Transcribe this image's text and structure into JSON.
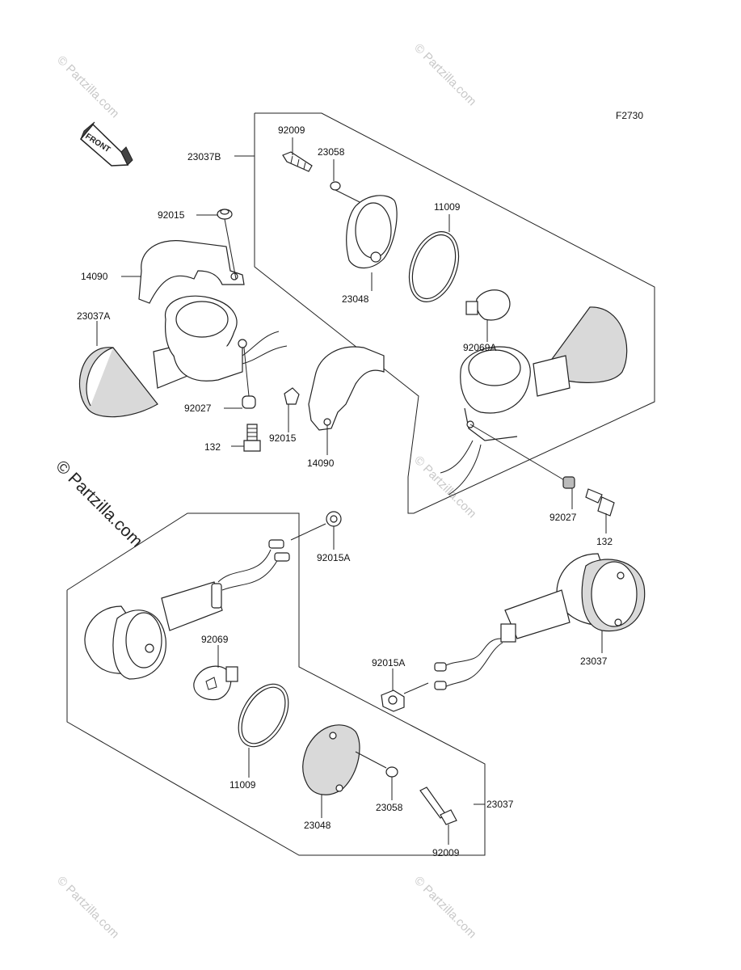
{
  "figure_code": "F2730",
  "front_label": "FRONT",
  "watermark_text": "© Partzilla.com",
  "labels": {
    "p23037B": "23037B",
    "p92009_top": "92009",
    "p23058_top": "23058",
    "p11009_top": "11009",
    "p92015_top": "92015",
    "p14090_left": "14090",
    "p23037A": "23037A",
    "p23048_top": "23048",
    "p92069A": "92069A",
    "p92027_left": "92027",
    "p92015_mid": "92015",
    "p132_left": "132",
    "p14090_mid": "14090",
    "p92027_right": "92027",
    "p132_right": "132",
    "p92015A_top": "92015A",
    "p92069": "92069",
    "p23037_right": "23037",
    "p92015A_bottom": "92015A",
    "p11009_bottom": "11009",
    "p23058_bottom": "23058",
    "p23048_bottom": "23048",
    "p92009_bottom": "92009",
    "p23037_bottom": "23037"
  }
}
